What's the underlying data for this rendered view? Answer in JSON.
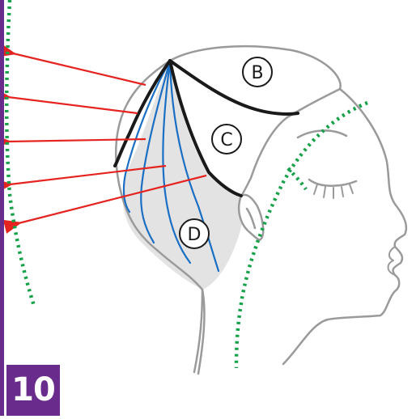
{
  "step": {
    "number": "10"
  },
  "sections": [
    {
      "id": "b",
      "label": "B"
    },
    {
      "id": "c",
      "label": "C"
    },
    {
      "id": "d",
      "label": "D"
    }
  ],
  "colors": {
    "accent_purple": "#6a2c8c",
    "arrow_red": "#e52420",
    "guide_green": "#17a24a",
    "section_blue": "#1a6fc4",
    "outline_gray": "#9a9a9a",
    "parting_black": "#1a1a1a",
    "shade_gray": "#e3e3e3"
  }
}
